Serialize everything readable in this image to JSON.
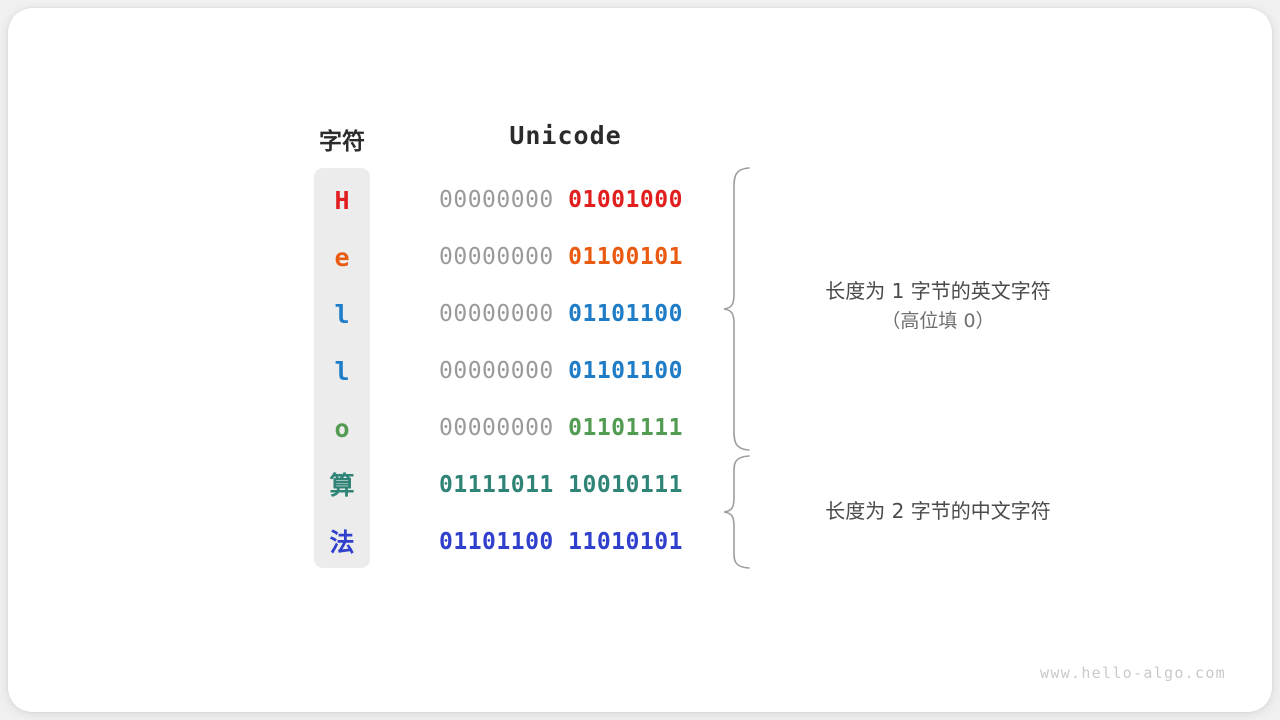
{
  "figure": {
    "watermark": "www.hello-algo.com",
    "background": "#f0f0f0",
    "card_background": "#ffffff",
    "strip_color": "#ececec",
    "muted_bit_color": "#9a9a9a",
    "brace_color": "#9e9e9e"
  },
  "headers": {
    "char": "字符",
    "unicode": "Unicode"
  },
  "rows": [
    {
      "char": "H",
      "color": "#e21f1f",
      "high_byte": "00000000",
      "low_byte": "01001000",
      "high_muted": true
    },
    {
      "char": "e",
      "color": "#ea5b12",
      "high_byte": "00000000",
      "low_byte": "01100101",
      "high_muted": true
    },
    {
      "char": "l",
      "color": "#1f7dc8",
      "high_byte": "00000000",
      "low_byte": "01101100",
      "high_muted": true
    },
    {
      "char": "l",
      "color": "#1f7dc8",
      "high_byte": "00000000",
      "low_byte": "01101100",
      "high_muted": true
    },
    {
      "char": "o",
      "color": "#529b52",
      "high_byte": "00000000",
      "low_byte": "01101111",
      "high_muted": true
    },
    {
      "char": "算",
      "color": "#2f8477",
      "high_byte": "01111011",
      "low_byte": "10010111",
      "high_muted": false
    },
    {
      "char": "法",
      "color": "#3040cd",
      "high_byte": "01101100",
      "low_byte": "11010101",
      "high_muted": false
    }
  ],
  "annotations": [
    {
      "text": "长度为 1 字节的英文字符",
      "sub": "（高位填 0）"
    },
    {
      "text": "长度为 2 字节的中文字符",
      "sub": ""
    }
  ]
}
